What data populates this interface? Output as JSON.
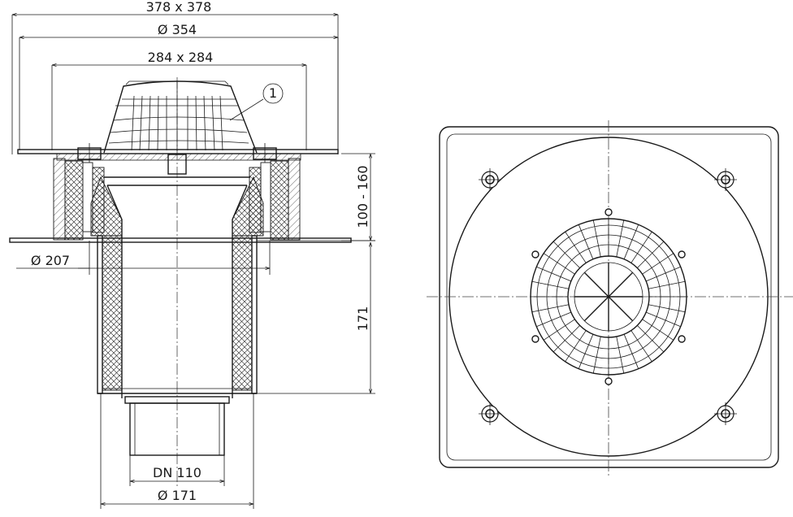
{
  "section_view": {
    "dims": {
      "outer_square": "378 x 378",
      "flange_diameter": "Ø 354",
      "inner_square": "284 x 284",
      "height_range": "100 - 160",
      "collar_diameter": "Ø 207",
      "body_height": "171",
      "pipe_dn": "DN 110",
      "body_diameter": "Ø 171"
    },
    "callout_number": "1"
  },
  "plan_view": {
    "screws": 4,
    "grate_bolts": 6
  }
}
